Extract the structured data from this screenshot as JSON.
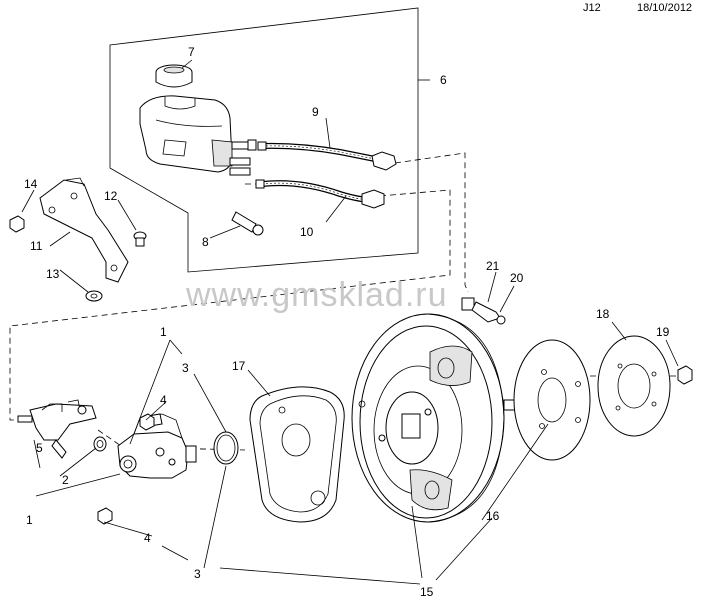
{
  "header": {
    "code": "J12",
    "date": "18/10/2012"
  },
  "watermark": "www.gmsklad.ru",
  "callouts": {
    "n1a": "1",
    "n1b": "1",
    "n2": "2",
    "n3a": "3",
    "n3b": "3",
    "n4a": "4",
    "n4b": "4",
    "n5": "5",
    "n6": "6",
    "n7": "7",
    "n8": "8",
    "n9": "9",
    "n10": "10",
    "n11": "11",
    "n12": "12",
    "n13": "13",
    "n14": "14",
    "n15": "15",
    "n16": "16",
    "n17": "17",
    "n18": "18",
    "n19": "19",
    "n20": "20",
    "n21": "21"
  }
}
